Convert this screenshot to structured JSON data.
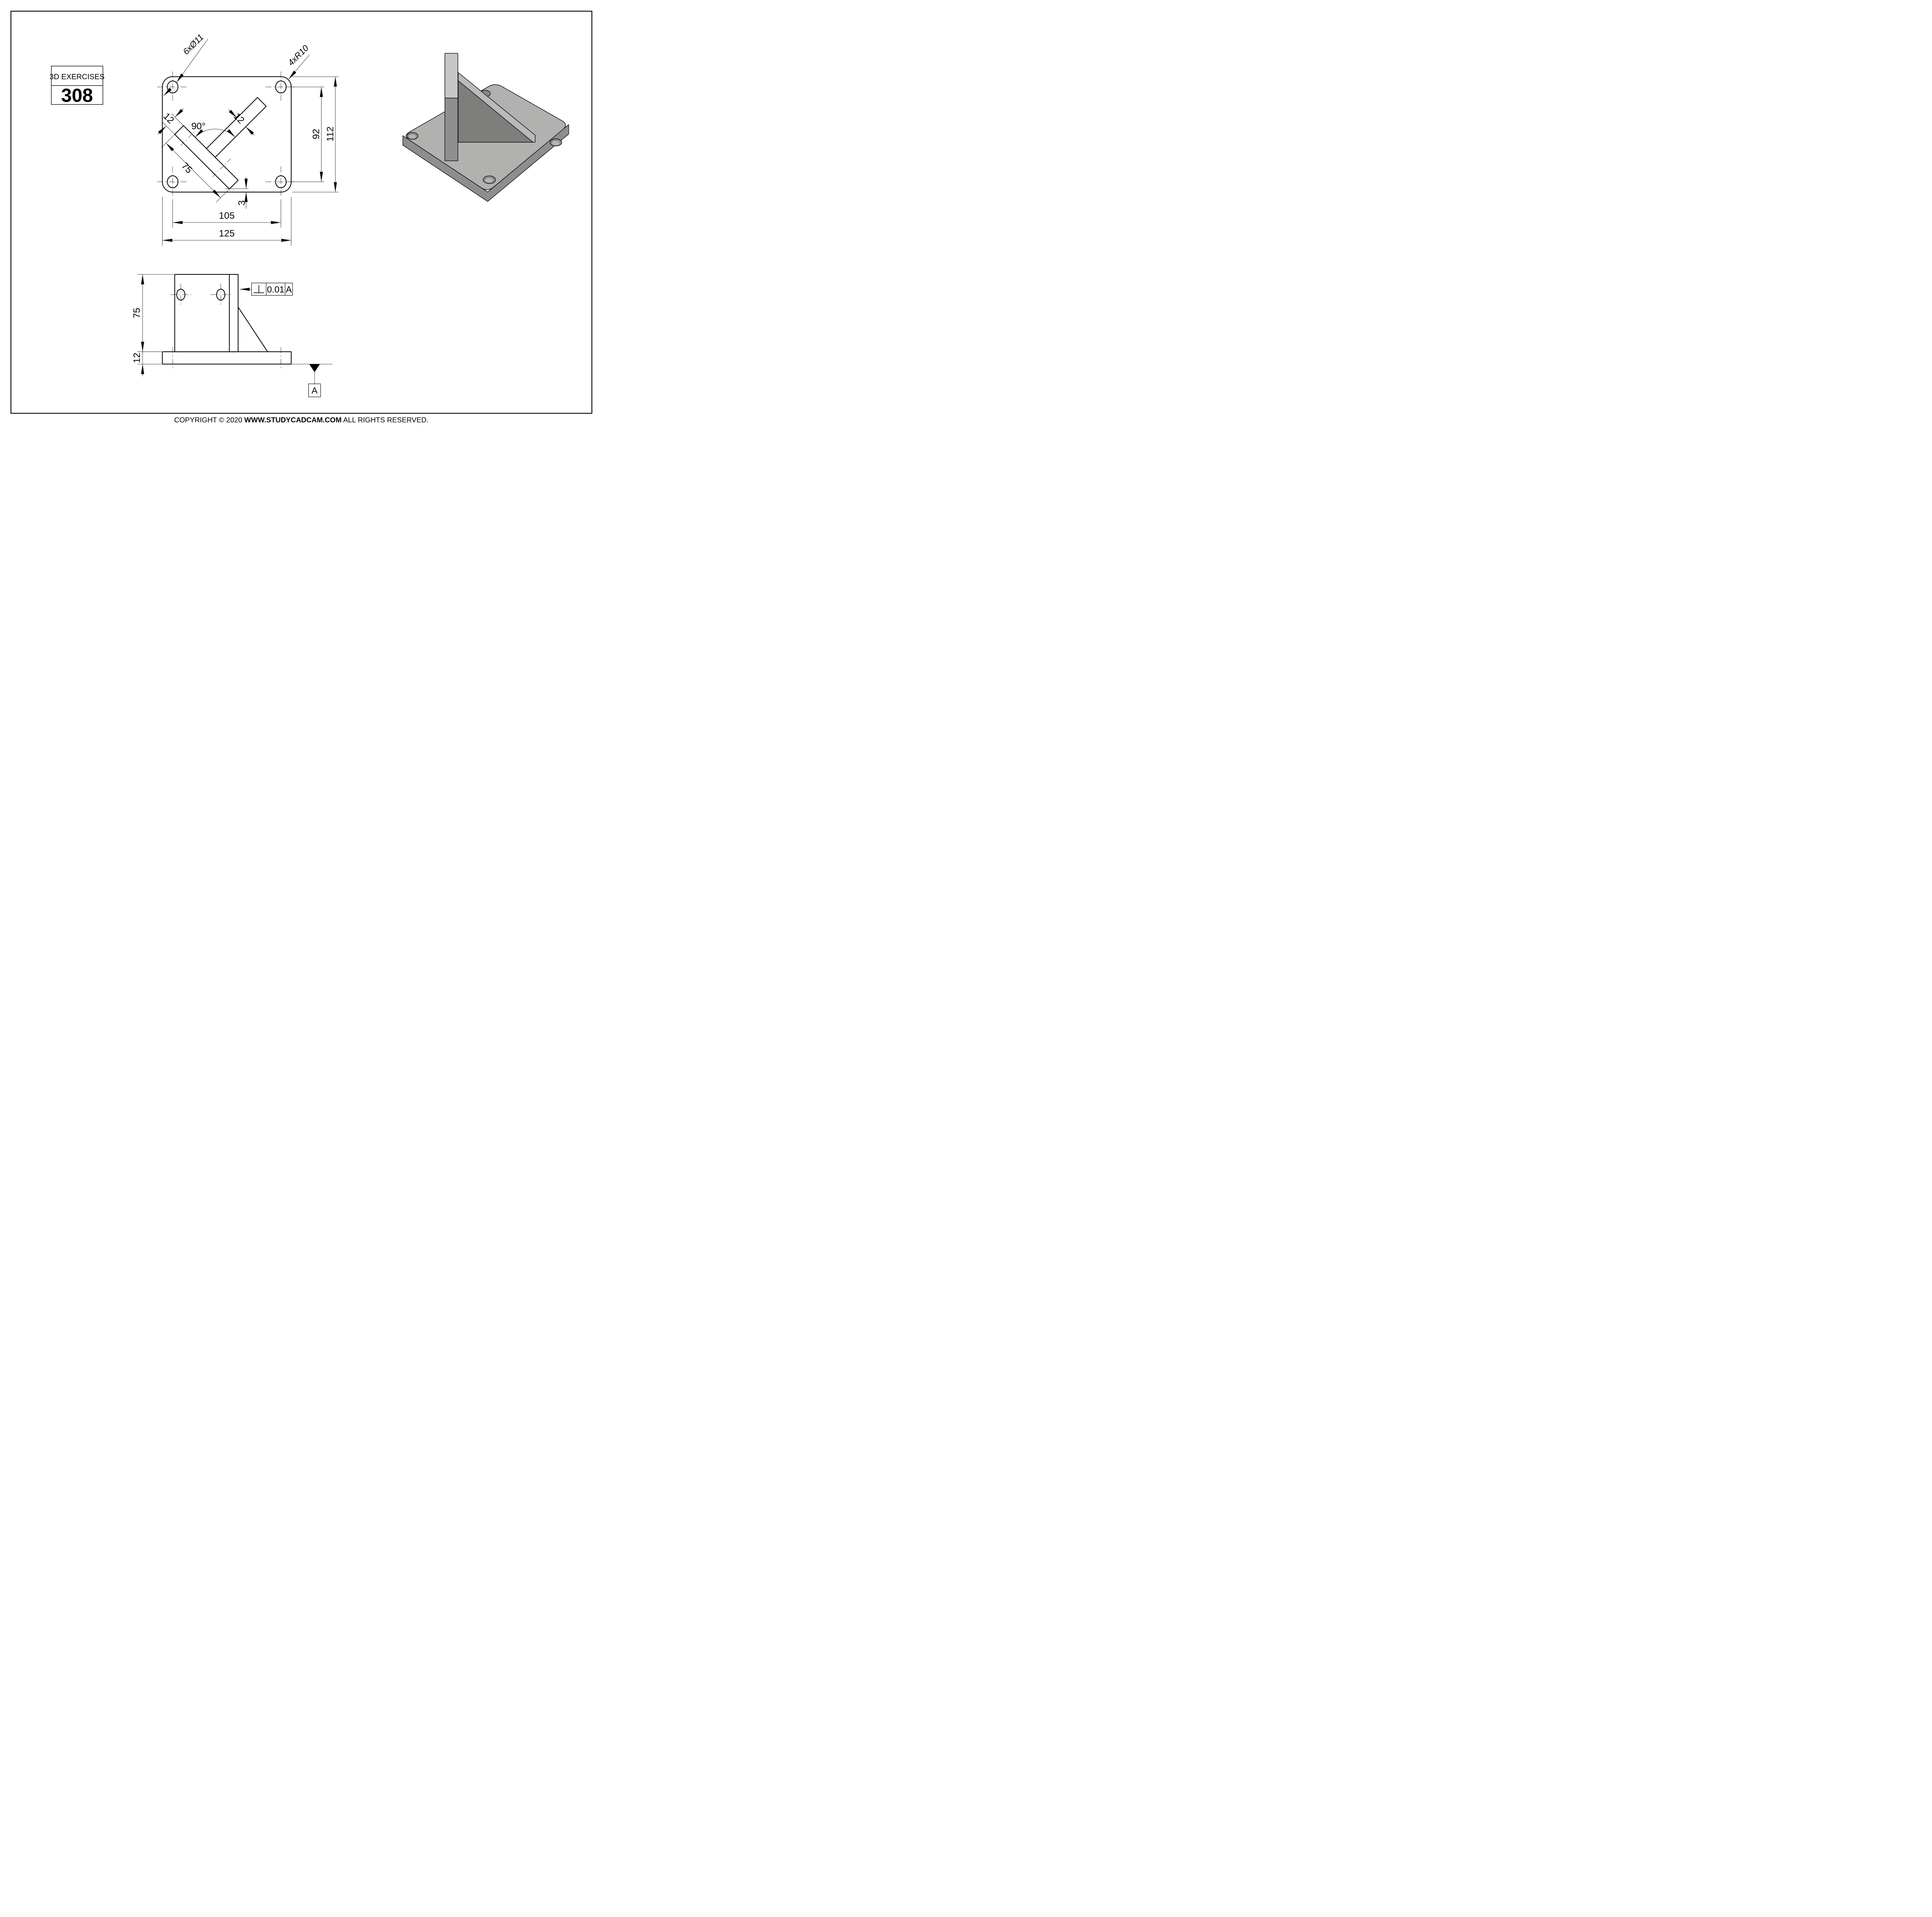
{
  "title_block": {
    "series": "3D EXERCISES",
    "number": "308"
  },
  "top_view": {
    "hole_callout": "6xØ11",
    "corner_radius_callout": "4xR10",
    "angle": "90°",
    "upright_thickness": "12",
    "rib_thickness": "12",
    "upright_length": "75",
    "tip_gap": "3",
    "hole_pitch_horizontal": "105",
    "overall_width": "125",
    "hole_pitch_vertical": "92",
    "overall_height": "112"
  },
  "front_view": {
    "upright_height": "75",
    "base_thickness": "12",
    "tolerance_value": "0.01",
    "tolerance_datum": "A",
    "datum_flag": "A"
  },
  "footer": {
    "copyright_prefix": "COPYRIGHT © 2020 ",
    "website": "WWW.STUDYCADCAM.COM",
    "copyright_suffix": " ALL RIGHTS RESERVED."
  },
  "colors": {
    "line": "#000000",
    "base_top": "#b1b1b0",
    "side_wall": "#8e8e8d",
    "slab_upper": "#c7c7c6",
    "slab_lower": "#8f8f8e",
    "gusset_face": "#7e7e7d",
    "gusset_top": "#bababa",
    "hole_outer": "#8a8a89",
    "hole_inner": "#b5b5b4"
  }
}
